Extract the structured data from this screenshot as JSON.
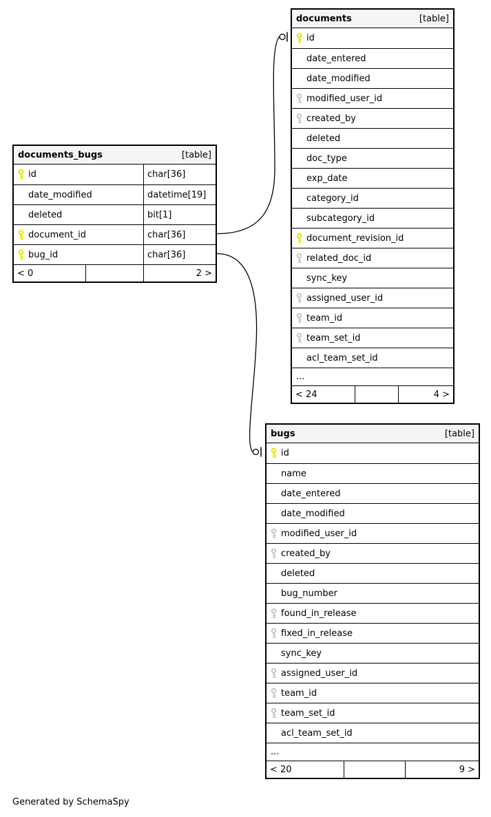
{
  "diagram": {
    "generated_by": "Generated by SchemaSpy"
  },
  "colors": {
    "pk_key": "#e8e800",
    "fk_key": "#c9c9c9",
    "header_bg": "#f5f5f5",
    "border": "#000000"
  },
  "tables": {
    "documents_bugs": {
      "title": "documents_bugs",
      "tag": "[table]",
      "show_types": true,
      "columns": [
        {
          "name": "id",
          "key": "pk",
          "type": "char[36]"
        },
        {
          "name": "date_modified",
          "key": null,
          "type": "datetime[19]"
        },
        {
          "name": "deleted",
          "key": null,
          "type": "bit[1]"
        },
        {
          "name": "document_id",
          "key": "pk",
          "type": "char[36]"
        },
        {
          "name": "bug_id",
          "key": "pk",
          "type": "char[36]"
        }
      ],
      "footer": {
        "left": "< 0",
        "right": "2 >"
      }
    },
    "documents": {
      "title": "documents",
      "tag": "[table]",
      "show_types": false,
      "columns": [
        {
          "name": "id",
          "key": "pk"
        },
        {
          "name": "date_entered",
          "key": null
        },
        {
          "name": "date_modified",
          "key": null
        },
        {
          "name": "modified_user_id",
          "key": "fk"
        },
        {
          "name": "created_by",
          "key": "fk"
        },
        {
          "name": "deleted",
          "key": null
        },
        {
          "name": "doc_type",
          "key": null
        },
        {
          "name": "exp_date",
          "key": null
        },
        {
          "name": "category_id",
          "key": null
        },
        {
          "name": "subcategory_id",
          "key": null
        },
        {
          "name": "document_revision_id",
          "key": "pk"
        },
        {
          "name": "related_doc_id",
          "key": "fk"
        },
        {
          "name": "sync_key",
          "key": null
        },
        {
          "name": "assigned_user_id",
          "key": "fk"
        },
        {
          "name": "team_id",
          "key": "fk"
        },
        {
          "name": "team_set_id",
          "key": "fk"
        },
        {
          "name": "acl_team_set_id",
          "key": null
        },
        {
          "name": "...",
          "key": null,
          "ellipsis": true
        }
      ],
      "footer": {
        "left": "< 24",
        "right": "4 >"
      }
    },
    "bugs": {
      "title": "bugs",
      "tag": "[table]",
      "show_types": false,
      "columns": [
        {
          "name": "id",
          "key": "pk"
        },
        {
          "name": "name",
          "key": null
        },
        {
          "name": "date_entered",
          "key": null
        },
        {
          "name": "date_modified",
          "key": null
        },
        {
          "name": "modified_user_id",
          "key": "fk"
        },
        {
          "name": "created_by",
          "key": "fk"
        },
        {
          "name": "deleted",
          "key": null
        },
        {
          "name": "bug_number",
          "key": null
        },
        {
          "name": "found_in_release",
          "key": "fk"
        },
        {
          "name": "fixed_in_release",
          "key": "fk"
        },
        {
          "name": "sync_key",
          "key": null
        },
        {
          "name": "assigned_user_id",
          "key": "fk"
        },
        {
          "name": "team_id",
          "key": "fk"
        },
        {
          "name": "team_set_id",
          "key": "fk"
        },
        {
          "name": "acl_team_set_id",
          "key": null
        },
        {
          "name": "...",
          "key": null,
          "ellipsis": true
        }
      ],
      "footer": {
        "left": "< 20",
        "right": "9 >"
      }
    }
  }
}
